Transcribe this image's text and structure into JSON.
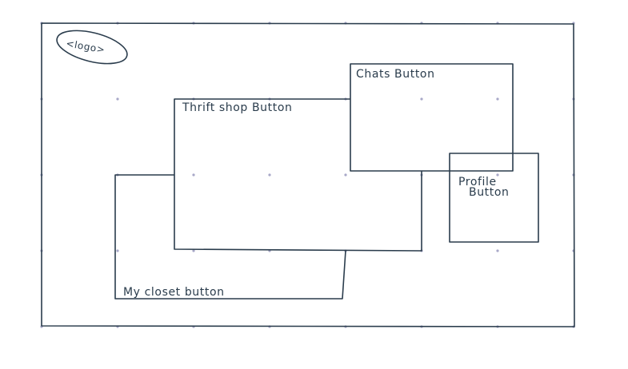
{
  "colors": {
    "ink": "#2a3c4c",
    "grid_dot": "#a8a8c8",
    "background": "#ffffff"
  },
  "logo": {
    "label": "<logo>"
  },
  "buttons": {
    "thrift_shop": "Thrift shop Button",
    "chats": "Chats Button",
    "profile_line1": "Profile",
    "profile_line2": "Button",
    "my_closet": "My closet button"
  }
}
